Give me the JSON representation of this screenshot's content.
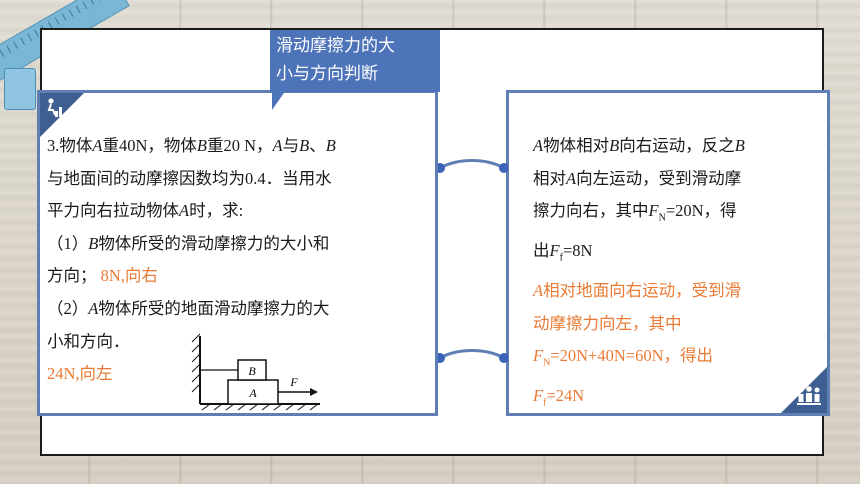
{
  "callout": {
    "line1": "滑动摩擦力的大",
    "line2": "小与方向判断"
  },
  "question": {
    "line1_a": "3.物体",
    "line1_A": "A",
    "line1_b": "重40N，物体",
    "line1_B": "B",
    "line1_c": "重20 N，",
    "line1_A2": "A",
    "line1_d": "与",
    "line1_B2": "B",
    "line1_e": "、",
    "line1_B3": "B",
    "line2": "与地面间的动摩擦因数均为0.4．当用水",
    "line3_a": "平力向右拉动物体",
    "line3_A": "A",
    "line3_b": "时，求:",
    "line4_a": "（1）",
    "line4_B": "B",
    "line4_b": "物体所受的滑动摩擦力的大小和",
    "line5_a": "方向；",
    "answer1": "8N,向右",
    "line6_a": "（2）",
    "line6_A": "A",
    "line6_b": "物体所受的地面滑动摩擦力的大",
    "line7": "小和方向．",
    "answer2": "24N,向左"
  },
  "diagram": {
    "label_B": "B",
    "label_A": "A",
    "label_F": "F"
  },
  "solution": {
    "p1_A": "A",
    "p1_a": "物体相对",
    "p1_B": "B",
    "p1_b": "向右运动，反之",
    "p1_B2": "B",
    "p2_a": "相对",
    "p2_A": "A",
    "p2_b": "向左运动，受到滑动摩",
    "p3_a": "擦力向右，其中",
    "p3_F": "F",
    "p3_sub": "N",
    "p3_b": "=20N，得",
    "p4_a": "出",
    "p4_F": "F",
    "p4_sub": "f",
    "p4_b": "=8N",
    "p5_A": "A",
    "p5_a": "相对地面向右运动，受到滑",
    "p6": "动摩擦力向左，其中",
    "p7_F": "F",
    "p7_sub": "N",
    "p7_a": "=20N+40N=60N，得出",
    "p8_F": "F",
    "p8_sub": "f",
    "p8_a": "=24N"
  },
  "colors": {
    "accent": "#4d73b9",
    "border": "#5f7fb4",
    "answer": "#e97b34",
    "corner": "#3e5f92"
  }
}
